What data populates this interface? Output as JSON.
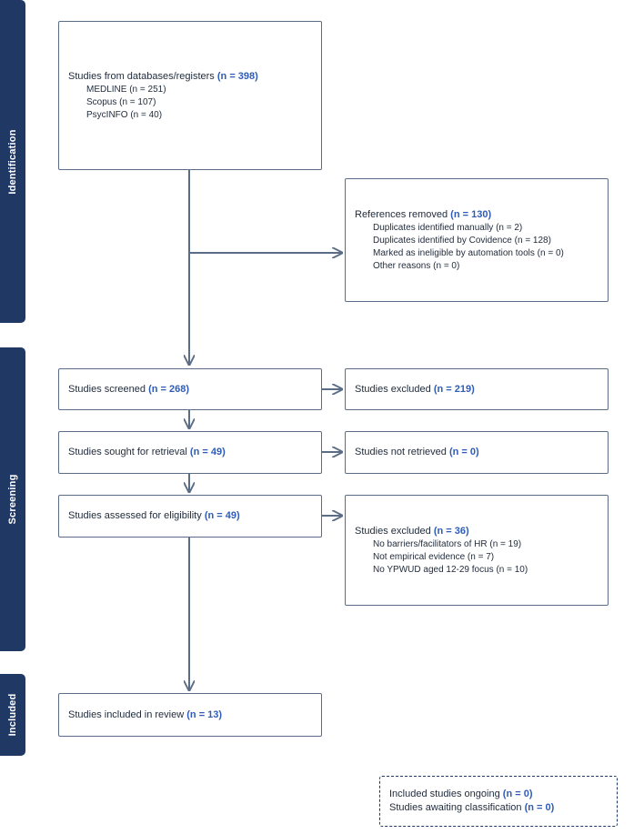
{
  "phases": {
    "identification": "Identification",
    "screening": "Screening",
    "included": "Included"
  },
  "boxes": {
    "databases": {
      "label": "Studies from databases/registers",
      "count": "(n = 398)",
      "items": [
        "MEDLINE (n = 251)",
        "Scopus (n = 107)",
        "PsycINFO (n = 40)"
      ]
    },
    "removed": {
      "label": "References removed",
      "count": "(n = 130)",
      "items": [
        "Duplicates identified manually (n = 2)",
        "Duplicates identified by Covidence (n = 128)",
        "Marked as ineligible by automation tools (n = 0)",
        "Other reasons (n = 0)"
      ]
    },
    "screened": {
      "label": "Studies screened",
      "count": "(n = 268)"
    },
    "excluded_screen": {
      "label": "Studies excluded",
      "count": "(n = 219)"
    },
    "sought": {
      "label": "Studies sought for retrieval",
      "count": "(n = 49)"
    },
    "not_retrieved": {
      "label": "Studies not retrieved",
      "count": "(n = 0)"
    },
    "assessed": {
      "label": "Studies assessed for eligibility",
      "count": "(n = 49)"
    },
    "excluded_full": {
      "label": "Studies excluded",
      "count": "(n = 36)",
      "items": [
        "No barriers/facilitators of HR (n = 19)",
        "Not empirical evidence (n = 7)",
        "No YPWUD aged 12-29 focus (n = 10)"
      ]
    },
    "included_review": {
      "label": "Studies included in review",
      "count": "(n = 13)"
    },
    "ongoing": {
      "line1_label": "Included studies ongoing",
      "line1_count": "(n = 0)",
      "line2_label": "Studies awaiting classification",
      "line2_count": "(n = 0)"
    }
  },
  "colors": {
    "phase_bar": "#1f3864",
    "count_text": "#2e5cb8",
    "box_border": "#5b6d86",
    "arrow": "#5b6d86"
  }
}
